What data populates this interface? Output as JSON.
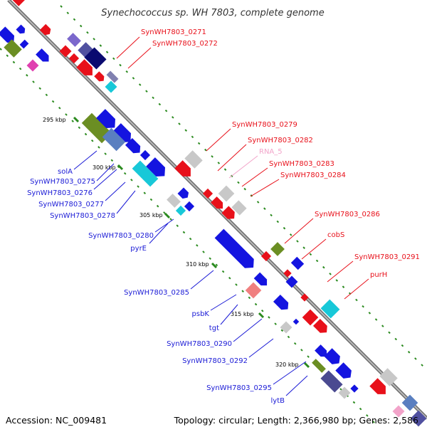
{
  "title": "Synechococcus sp. WH 7803, complete genome",
  "footer": {
    "accession": "Accession: NC_009481",
    "summary": "Topology: circular; Length: 2,366,980 bp; Genes: 2,586"
  },
  "colors": {
    "forward_label": "#e8101a",
    "reverse_label": "#1a1ad6",
    "rna_label": "#f2a3c9",
    "backbone": "#8c8c8c",
    "tick": "#2a8a1e"
  },
  "ticks": [
    "295 kbp",
    "300 kbp",
    "305 kbp",
    "310 kbp",
    "315 kbp",
    "320 kbp"
  ],
  "forward_labels": [
    "SynWH7803_0271",
    "SynWH7803_0272",
    "SynWH7803_0279",
    "SynWH7803_0282",
    "RNA_5",
    "SynWH7803_0283",
    "SynWH7803_0284",
    "SynWH7803_0286",
    "cobS",
    "SynWH7803_0291",
    "purH"
  ],
  "reverse_labels": [
    "solA",
    "SynWH7803_0275",
    "SynWH7803_0276",
    "SynWH7803_0277",
    "SynWH7803_0278",
    "SynWH7803_0280",
    "pyrE",
    "SynWH7803_0285",
    "psbK",
    "tgt",
    "SynWH7803_0290",
    "SynWH7803_0292",
    "SynWH7803_0295",
    "lytB"
  ]
}
